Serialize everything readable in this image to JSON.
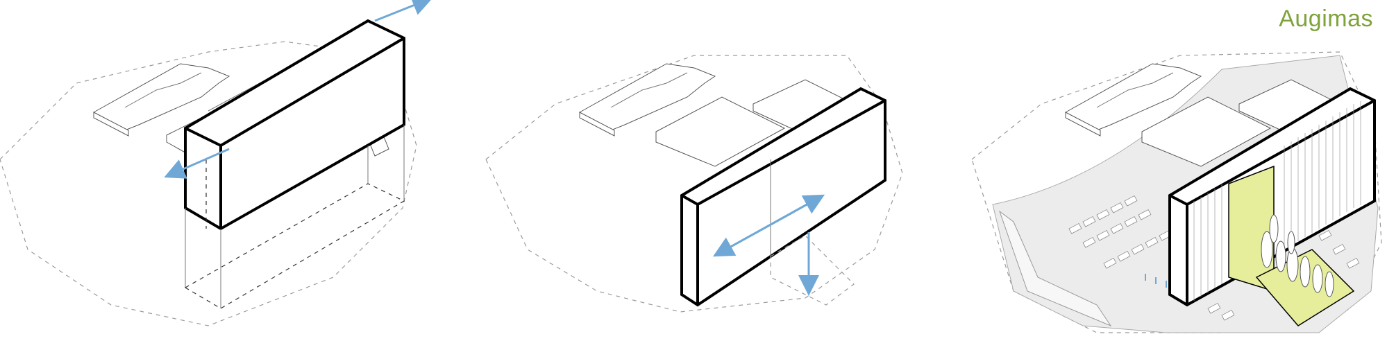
{
  "title": "Augimas",
  "colors": {
    "accent_green": "#7fa33b",
    "arrow_blue": "#6fa8d6",
    "highlight_yellow": "#e6ee9c",
    "ground_grey": "#ececec"
  },
  "panels": [
    {
      "icon": "axonometric-building-diagram-1"
    },
    {
      "icon": "axonometric-building-diagram-2"
    },
    {
      "icon": "axonometric-building-diagram-3"
    }
  ]
}
